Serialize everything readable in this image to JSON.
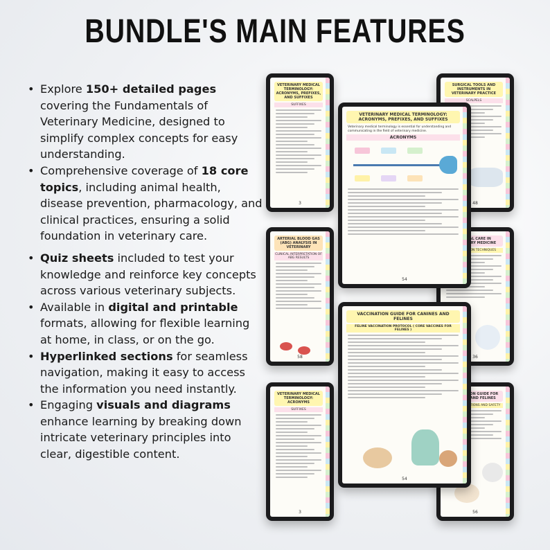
{
  "title": "BUNDLE'S MAIN FEATURES",
  "features": [
    {
      "pre": "Explore ",
      "bold": "150+ detailed pages",
      "post": " covering the Fundamentals of Veterinary Medicine, designed to simplify complex concepts for easy understanding."
    },
    {
      "pre": "Comprehensive coverage of ",
      "bold": "18 core topics",
      "post": ", including animal health, disease prevention, pharmacology, and clinical practices, ensuring a solid foundation in veterinary care."
    },
    {
      "pre": "",
      "bold": "Quiz sheets",
      "post": " included to test your knowledge and reinforce key concepts across various veterinary subjects."
    },
    {
      "pre": "Available in ",
      "bold": "digital and printable",
      "post": " formats, allowing for flexible learning at home, in class, or on the go."
    },
    {
      "pre": "",
      "bold": "Hyperlinked sections",
      "post": " for seamless navigation, making it easy to access the information you need instantly."
    },
    {
      "pre": "Engaging ",
      "bold": "visuals and diagrams",
      "post": " enhance learning by breaking down intricate veterinary principles into clear, digestible content."
    }
  ],
  "tablets": {
    "t1": {
      "header": "VETERINARY MEDICAL TERMINOLOGY: ACRONYMS, PREFIXES, AND SUFFIXES",
      "sub": "SUFFIXES",
      "page": "3"
    },
    "t2": {
      "header": "SURGICAL TOOLS AND INSTRUMENTS IN VETERINARY PRACTICE",
      "sub": "SCALPELS",
      "page": "48"
    },
    "t3": {
      "header": "VETERINARY MEDICAL TERMINOLOGY: ACRONYMS, PREFIXES, AND SUFFIXES",
      "intro": "Veterinary medical terminology is essential for understanding and communicating in the field of veterinary medicine.",
      "sub": "ACRONYMS",
      "page": "54"
    },
    "t4": {
      "header": "ARTERIAL BLOOD GAS (ABG) ANALYSIS IN VETERINARY",
      "sub": "CLINICAL INTERPRETATION OF ABG RESULTS",
      "page": "58"
    },
    "t5": {
      "header": "VACCINATION GUIDE FOR CANINES AND FELINES",
      "sub": "FELINE VACCINATION PROTOCOL ( CORE VACCINES FOR FELINES )",
      "page": "54"
    },
    "t6": {
      "header": "CRITICAL CARE IN VETERINARY MEDICINE",
      "sub": "STABILIZATION TECHNIQUES",
      "page": "36"
    },
    "t7": {
      "header": "VETERINARY MEDICAL TERMINOLOGY: ACRONYMS",
      "sub": "SUFFIXES",
      "page": "3"
    },
    "t8": {
      "header": "VACCINATION GUIDE FOR CANINES AND FELINES",
      "sub": "VACCINE REACTIONS AND SAFETY",
      "page": "56"
    }
  }
}
